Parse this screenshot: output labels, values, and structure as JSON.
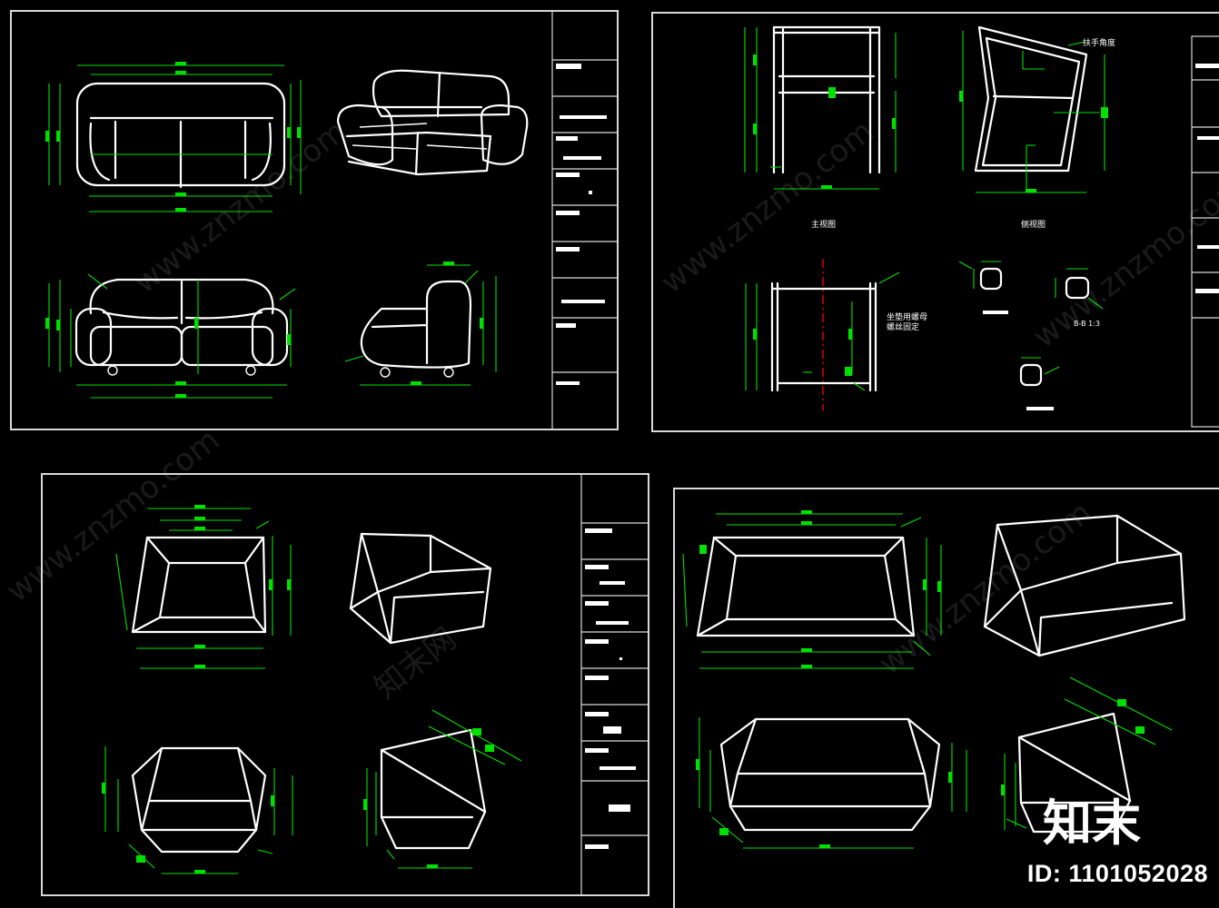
{
  "colors": {
    "background": "#000000",
    "line": "#ffffff",
    "dimension": "#00e600",
    "axis": "#e00000",
    "frame": "#d9d9d9"
  },
  "sheet2": {
    "front_view_label": "主视图",
    "side_view_label": "侧视图",
    "armrest_note": "扶手角度",
    "seat_note_line1": "坐垫用螺母",
    "seat_note_line2": "螺丝固定",
    "section_label": "B-B 1:3"
  },
  "watermark": {
    "text": "www.znzmo.com",
    "brand": "知末网"
  },
  "footer": {
    "brand": "知末",
    "id_text": "ID: 1101052028"
  }
}
